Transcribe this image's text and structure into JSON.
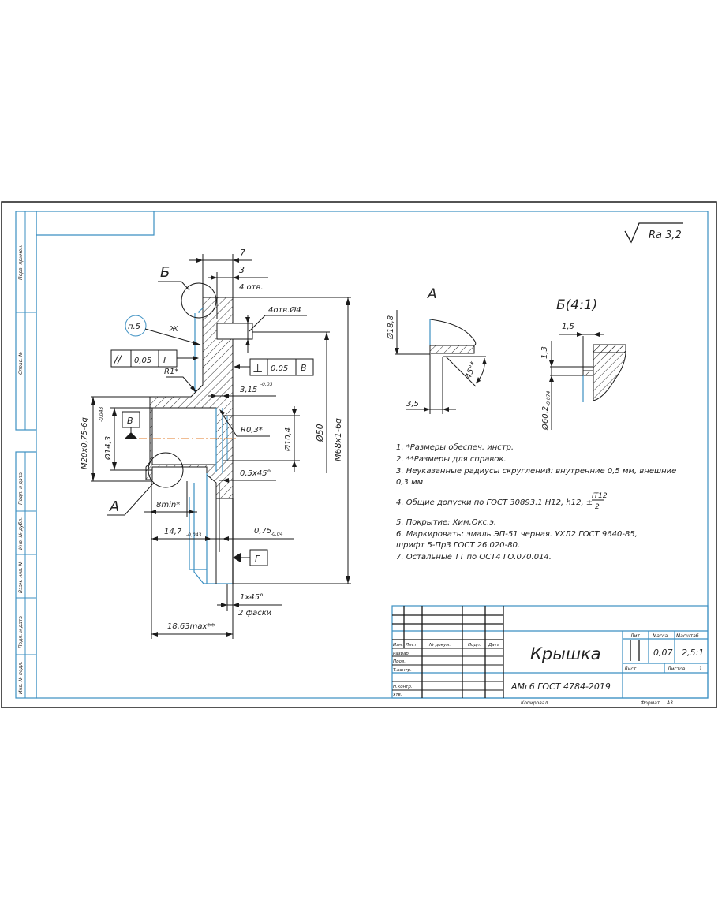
{
  "drawing": {
    "title": "Крышка",
    "material": "АМг6 ГОСТ 4784-2019",
    "roughness": "Ra 3,2",
    "colors": {
      "frame": "#3b8fc2",
      "line": "#1a1a1a",
      "centerline": "#e07b2a"
    }
  },
  "main_view": {
    "section_label_b": "Б",
    "section_label_a": "А",
    "note_ref": "п.5",
    "mark_symbol": "Ж",
    "dims": {
      "d7": "7",
      "d3": "3",
      "holes_4": "4 отв.",
      "holes_d4": "4отв.Ø4",
      "r1": "R1*",
      "r03": "R0,3*",
      "d315": "3,15",
      "d315_tol": "-0,03",
      "d104": "Ø10,4",
      "d50": "Ø50",
      "m68": "M68x1-6g",
      "m20": "M20x0,75-6g",
      "d143": "Ø14,3",
      "d143_tol": "-0,043",
      "chamfer_05": "0,5x45°",
      "bmin": "8min*",
      "d147": "14,7",
      "d147_tol": "-0,043",
      "d075": "0,75",
      "d075_tol": "-0,04",
      "chamfer_1": "1x45°",
      "chamfers_2": "2 фаски",
      "d1863": "18,63max**"
    },
    "tolerance_parallel": {
      "symbol": "//",
      "value": "0,05",
      "datum": "Г"
    },
    "tolerance_perp": {
      "symbol": "⊥",
      "value": "0,05",
      "datum": "В"
    },
    "datum_b": "В",
    "datum_g": "Г"
  },
  "detail_a": {
    "title": "А",
    "d188": "Ø18,8",
    "d35": "3,5",
    "angle": "45°*"
  },
  "detail_b": {
    "title": "Б(4:1)",
    "d15": "1,5",
    "d13": "1,3",
    "d602": "Ø60,2",
    "d602_tol": "-0,074"
  },
  "notes": [
    "1. *Размеры обеспеч. инстр.",
    "2. **Размеры для справок.",
    "3. Неуказанные радиусы скруглений: внутренние 0,5 мм, внешние",
    "0,3 мм.",
    "4. Общие допуски по ГОСТ 30893.1 H12, h12, ±",
    "5. Покрытие: Хим.Окс.э.",
    "6. Маркировать: эмаль ЭП-51 черная. УХЛ2 ГОСТ 9640-85,",
    "шрифт 5-Пр3  ГОСТ 26.020-80.",
    "7. Остальные ТТ по ОСТ4 ГО.070.014."
  ],
  "note4_fraction": {
    "numerator": "IT12",
    "denominator": "2"
  },
  "title_block": {
    "headers": [
      "Изм.",
      "Лист",
      "№ докум.",
      "Подп.",
      "Дата"
    ],
    "roles": [
      "Разраб.",
      "Пров.",
      "Т.контр.",
      "",
      "Н.контр.",
      "Утв."
    ],
    "lit_label": "Лит.",
    "mass_label": "Масса",
    "scale_label": "Масштаб",
    "mass": "0,07",
    "scale": "2,5:1",
    "sheet_label": "Лист",
    "sheets_label": "Листов",
    "sheets": "1",
    "copied_label": "Копировал",
    "format_label": "Формат",
    "format": "A3"
  },
  "side_stamps": [
    "Перв. примен.",
    "Справ. №",
    "Подп. и дата",
    "Инв. № дубл.",
    "Взам. инв. №",
    "Подп. и дата",
    "Инв. № подл."
  ]
}
